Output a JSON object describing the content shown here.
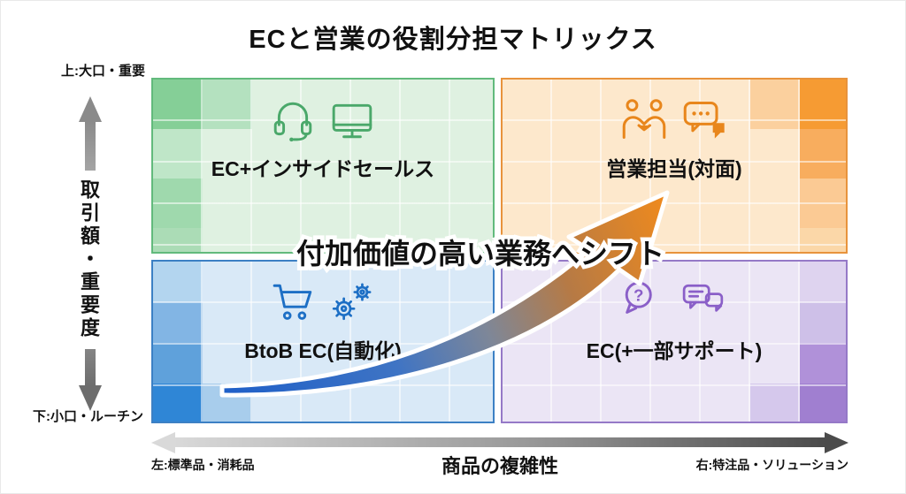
{
  "title": "ECと営業の役割分担マトリックス",
  "y_axis": {
    "top_label": "上:大口・重要",
    "axis_label": "取引額・重要度",
    "bottom_label": "下:小口・ルーチン"
  },
  "x_axis": {
    "left_label": "左:標準品・消耗品",
    "axis_label": "商品の複雑性",
    "right_label": "右:特注品・ソリューション"
  },
  "quadrants": {
    "top_left": {
      "label": "EC+インサイドセールス",
      "icons": [
        "headset-icon",
        "monitor-icon"
      ],
      "accent_color": "#4aa86a"
    },
    "top_right": {
      "label": "営業担当(対面)",
      "icons": [
        "handshake-icon",
        "chat-dots-icon"
      ],
      "accent_color": "#e8861c"
    },
    "bottom_left": {
      "label": "BtoB EC(自動化)",
      "icons": [
        "cart-icon",
        "gears-icon"
      ],
      "accent_color": "#1d6fc5"
    },
    "bottom_right": {
      "label": "EC(+一部サポート)",
      "icons": [
        "question-bubble-icon",
        "chat-pair-icon"
      ],
      "accent_color": "#8a5fc8"
    }
  },
  "shift_arrow": {
    "label": "付加価値の高い業務へシフト",
    "from_color": "#1e5fc8",
    "to_color": "#f08a1c"
  },
  "icons": {
    "question_mark": "?"
  }
}
